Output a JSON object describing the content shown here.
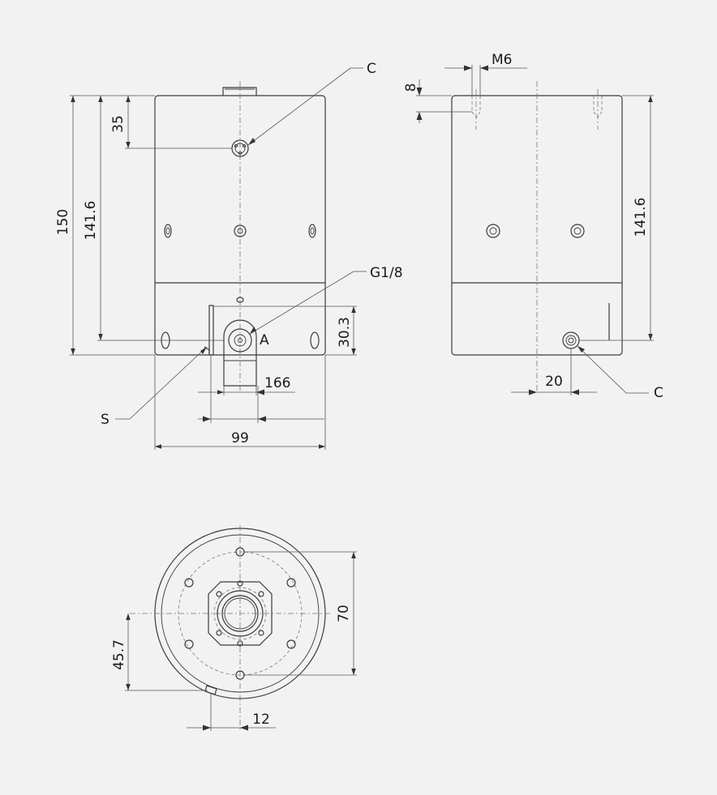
{
  "labels": {
    "front_c": "C",
    "front_35": "35",
    "front_150": "150",
    "front_141_6": "141.6",
    "front_g18": "G1/8",
    "front_30_3": "30.3",
    "front_a": "A",
    "front_166": "166",
    "front_s": "S",
    "front_99": "99",
    "side_m6": "M6",
    "side_8": "8",
    "side_141_6": "141.6",
    "side_20": "20",
    "side_c": "C",
    "bottom_70": "70",
    "bottom_45_7": "45.7",
    "bottom_12": "12"
  },
  "colors": {
    "background": "#f2f2f2",
    "line": "#3b3b3b",
    "text": "#1a1a1a"
  }
}
